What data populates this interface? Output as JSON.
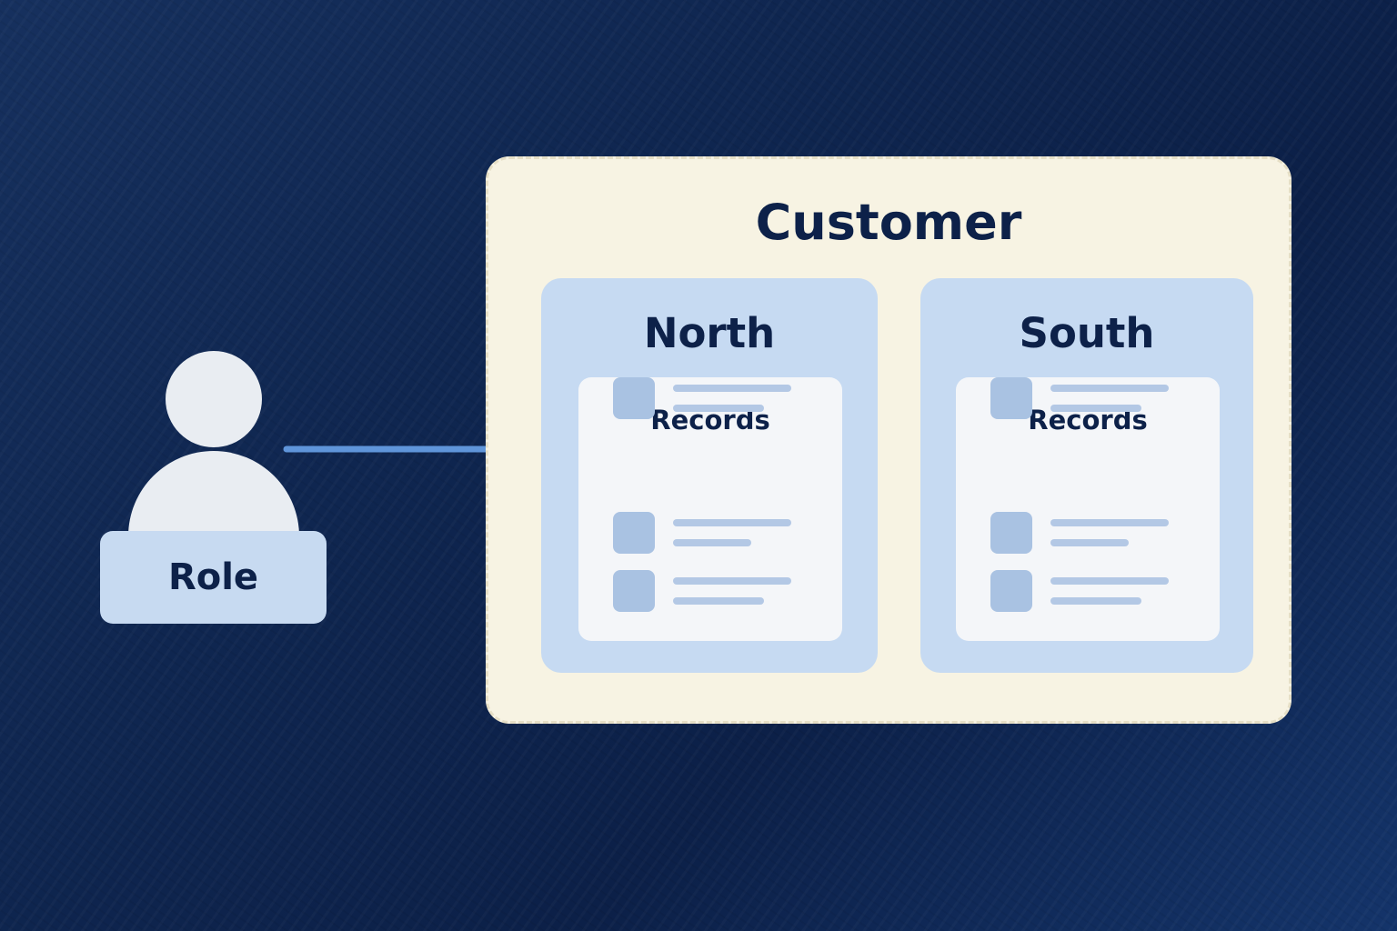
{
  "actor": {
    "label": "Role",
    "icon": "person-icon"
  },
  "customer": {
    "title": "Customer",
    "regions": [
      {
        "title": "North",
        "panel_title": "Records"
      },
      {
        "title": "South",
        "panel_title": "Records"
      }
    ]
  },
  "colors": {
    "background": "#0f2650",
    "container": "#f7f3e3",
    "region": "#c6daf2",
    "panel": "#f4f6f9",
    "arrow": "#5f95da",
    "text": "#0d2149"
  }
}
